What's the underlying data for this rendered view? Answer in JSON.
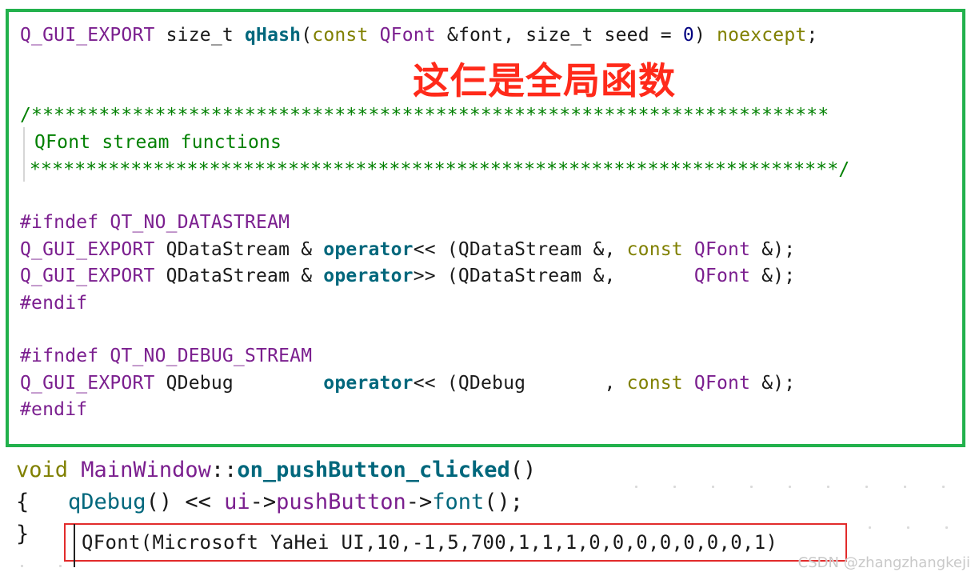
{
  "code_panel": {
    "lines": [
      {
        "parts": [
          {
            "text": "Q_GUI_EXPORT",
            "style": "macro"
          },
          {
            "text": " size_t ",
            "style": "plain"
          },
          {
            "text": "qHash",
            "style": "fn"
          },
          {
            "text": "(",
            "style": "plain"
          },
          {
            "text": "const",
            "style": "kw"
          },
          {
            "text": " ",
            "style": "plain"
          },
          {
            "text": "QFont",
            "style": "macro"
          },
          {
            "text": " &font, size_t seed = ",
            "style": "plain"
          },
          {
            "text": "0",
            "style": "num"
          },
          {
            "text": ") ",
            "style": "plain"
          },
          {
            "text": "noexcept",
            "style": "kw"
          },
          {
            "text": ";",
            "style": "plain"
          }
        ]
      },
      {
        "parts": [
          {
            "text": "/***********************************************************************",
            "style": "comment"
          }
        ]
      },
      {
        "parts": [
          {
            "text": " QFont stream functions",
            "style": "comment"
          }
        ]
      },
      {
        "parts": [
          {
            "text": "************************************************************************/",
            "style": "comment"
          }
        ]
      },
      {
        "parts": [
          {
            "text": "#ifndef",
            "style": "macro"
          },
          {
            "text": " ",
            "style": "plain"
          },
          {
            "text": "QT_NO_DATASTREAM",
            "style": "macro"
          }
        ]
      },
      {
        "parts": [
          {
            "text": "Q_GUI_EXPORT",
            "style": "macro"
          },
          {
            "text": " QDataStream & ",
            "style": "plain"
          },
          {
            "text": "operator",
            "style": "fn"
          },
          {
            "text": "<< (QDataStream &, ",
            "style": "plain"
          },
          {
            "text": "const",
            "style": "kw"
          },
          {
            "text": " ",
            "style": "plain"
          },
          {
            "text": "QFont",
            "style": "macro"
          },
          {
            "text": " &);",
            "style": "plain"
          }
        ]
      },
      {
        "parts": [
          {
            "text": "Q_GUI_EXPORT",
            "style": "macro"
          },
          {
            "text": " QDataStream & ",
            "style": "plain"
          },
          {
            "text": "operator",
            "style": "fn"
          },
          {
            "text": ">> (QDataStream &,       ",
            "style": "plain"
          },
          {
            "text": "QFont",
            "style": "macro"
          },
          {
            "text": " &);",
            "style": "plain"
          }
        ]
      },
      {
        "parts": [
          {
            "text": "#endif",
            "style": "macro"
          }
        ]
      },
      {
        "parts": [
          {
            "text": "#ifndef",
            "style": "macro"
          },
          {
            "text": " ",
            "style": "plain"
          },
          {
            "text": "QT_NO_DEBUG_STREAM",
            "style": "macro"
          }
        ]
      },
      {
        "parts": [
          {
            "text": "Q_GUI_EXPORT",
            "style": "macro"
          },
          {
            "text": " QDebug        ",
            "style": "plain"
          },
          {
            "text": "operator",
            "style": "fn"
          },
          {
            "text": "<< (QDebug       , ",
            "style": "plain"
          },
          {
            "text": "const",
            "style": "kw"
          },
          {
            "text": " ",
            "style": "plain"
          },
          {
            "text": "QFont",
            "style": "macro"
          },
          {
            "text": " &);",
            "style": "plain"
          }
        ]
      },
      {
        "parts": [
          {
            "text": "#endif",
            "style": "macro"
          }
        ]
      }
    ],
    "annotation": "这仨是全局函数"
  },
  "editor": {
    "lines": [
      {
        "parts": [
          {
            "text": "void",
            "style": "e-kw"
          },
          {
            "text": " ",
            "style": "e-plain"
          },
          {
            "text": "MainWindow",
            "style": "e-cls"
          },
          {
            "text": "::",
            "style": "e-plain"
          },
          {
            "text": "on_pushButton_clicked",
            "style": "e-fn"
          },
          {
            "text": "()",
            "style": "e-plain"
          }
        ]
      },
      {
        "parts": [
          {
            "text": "{   ",
            "style": "e-plain"
          },
          {
            "text": "qDebug",
            "style": "e-call"
          },
          {
            "text": "() << ",
            "style": "e-plain"
          },
          {
            "text": "ui",
            "style": "e-purple"
          },
          {
            "text": "->",
            "style": "e-plain"
          },
          {
            "text": "pushButton",
            "style": "e-purple"
          },
          {
            "text": "->",
            "style": "e-plain"
          },
          {
            "text": "font",
            "style": "e-call"
          },
          {
            "text": "();",
            "style": "e-plain"
          }
        ]
      },
      {
        "parts": [
          {
            "text": "}",
            "style": "e-plain"
          }
        ]
      }
    ],
    "output": "QFont(Microsoft YaHei UI,10,-1,5,700,1,1,1,0,0,0,0,0,0,0,1)"
  },
  "watermark": "CSDN @zhangzhangkeji",
  "colors": {
    "panel_border": "#22b14c",
    "annotation": "#ff2a1a",
    "output_border": "#e22b2b"
  }
}
